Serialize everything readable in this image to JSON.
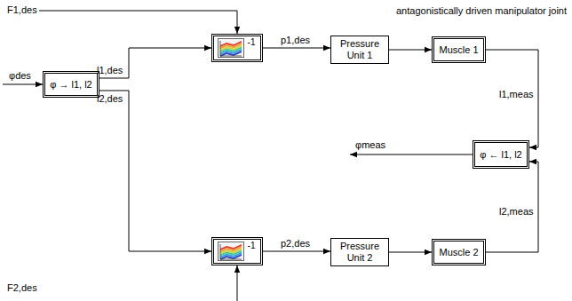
{
  "diagram": {
    "nodes": [
      {
        "text": [
          "φ → l1, l2"
        ]
      },
      {
        "text": [
          "-1"
        ]
      },
      {
        "text": [
          "-1"
        ]
      },
      {
        "text": [
          "antagonistically driven manipulator joint"
        ]
      },
      {
        "text": [
          "Pressure Unit 1"
        ],
        "in": 3
      },
      {
        "text": [
          "Muscle 1"
        ],
        "in": 3
      },
      {
        "text": [
          "φ ← l1, l2"
        ],
        "in": 3
      },
      {
        "text": [
          "Pressure Unit 2"
        ],
        "in": 3
      },
      {
        "text": [
          "Muscle 2"
        ],
        "in": 3
      }
    ],
    "edges": [
      {
        "from": 0,
        "to": 1,
        "arrow": "to",
        "label": "l1,des"
      },
      {
        "from": 0,
        "to": 2,
        "arrow": "to",
        "label": "l2,des"
      },
      {
        "from": 1,
        "to": 4,
        "arrow": "to",
        "label": "p1,des"
      },
      {
        "from": 2,
        "to": 7,
        "arrow": "to",
        "label": "p2,des"
      },
      {
        "from": 4,
        "to": 5,
        "arrow": "to"
      },
      {
        "from": 7,
        "to": 8,
        "arrow": "to"
      },
      {
        "from": 5,
        "to": 6,
        "arrow": "to",
        "label": "l1,meas"
      },
      {
        "from": 8,
        "to": 6,
        "arrow": "to",
        "label": "l2,meas"
      }
    ],
    "labels": [
      "F1,des",
      "φdes",
      "φmeas",
      "F2,des"
    ]
  }
}
